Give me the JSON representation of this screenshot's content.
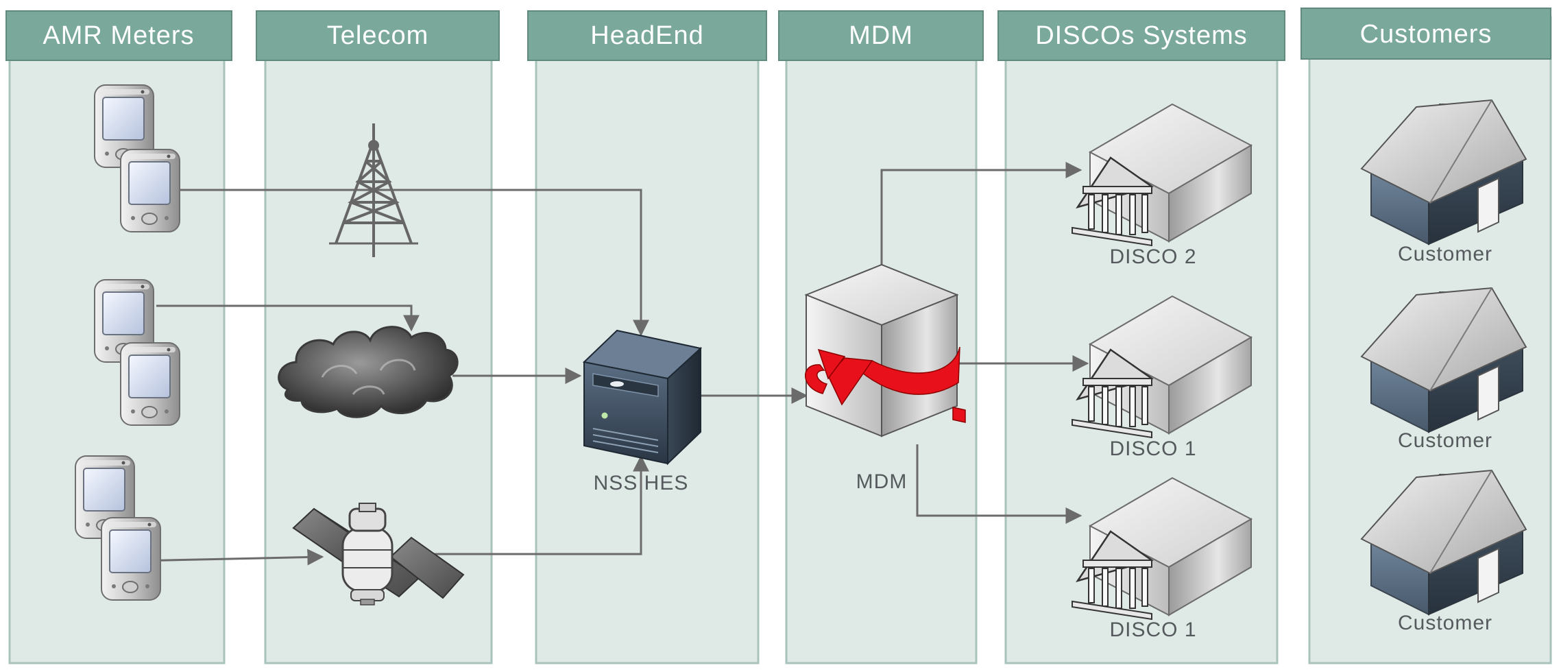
{
  "lanes": [
    {
      "title": "AMR Meters"
    },
    {
      "title": "Telecom"
    },
    {
      "title": "HeadEnd"
    },
    {
      "title": "MDM"
    },
    {
      "title": "DISCOs Systems"
    },
    {
      "title": "Customers"
    }
  ],
  "nodes": {
    "nss_hes": "NSS HES",
    "mdm": "MDM",
    "disco_top": "DISCO 2",
    "disco_mid": "DISCO 1",
    "disco_bottom": "DISCO 1",
    "customer_1": "Customer",
    "customer_2": "Customer",
    "customer_3": "Customer"
  },
  "icons": {
    "meter": "handheld-meter-icon",
    "tower": "radio-tower-icon",
    "cloud": "cloud-icon",
    "satellite": "satellite-icon",
    "server": "server-icon",
    "mdm": "database-sync-icon",
    "disco": "bank-building-icon",
    "customer": "house-icon"
  },
  "colors": {
    "lane_header": "#7aa89a",
    "lane_background": "#dfe9e6",
    "connector": "#6b6b6b",
    "sync_arrow": "#e8101a",
    "chimney": "#d9363e"
  }
}
